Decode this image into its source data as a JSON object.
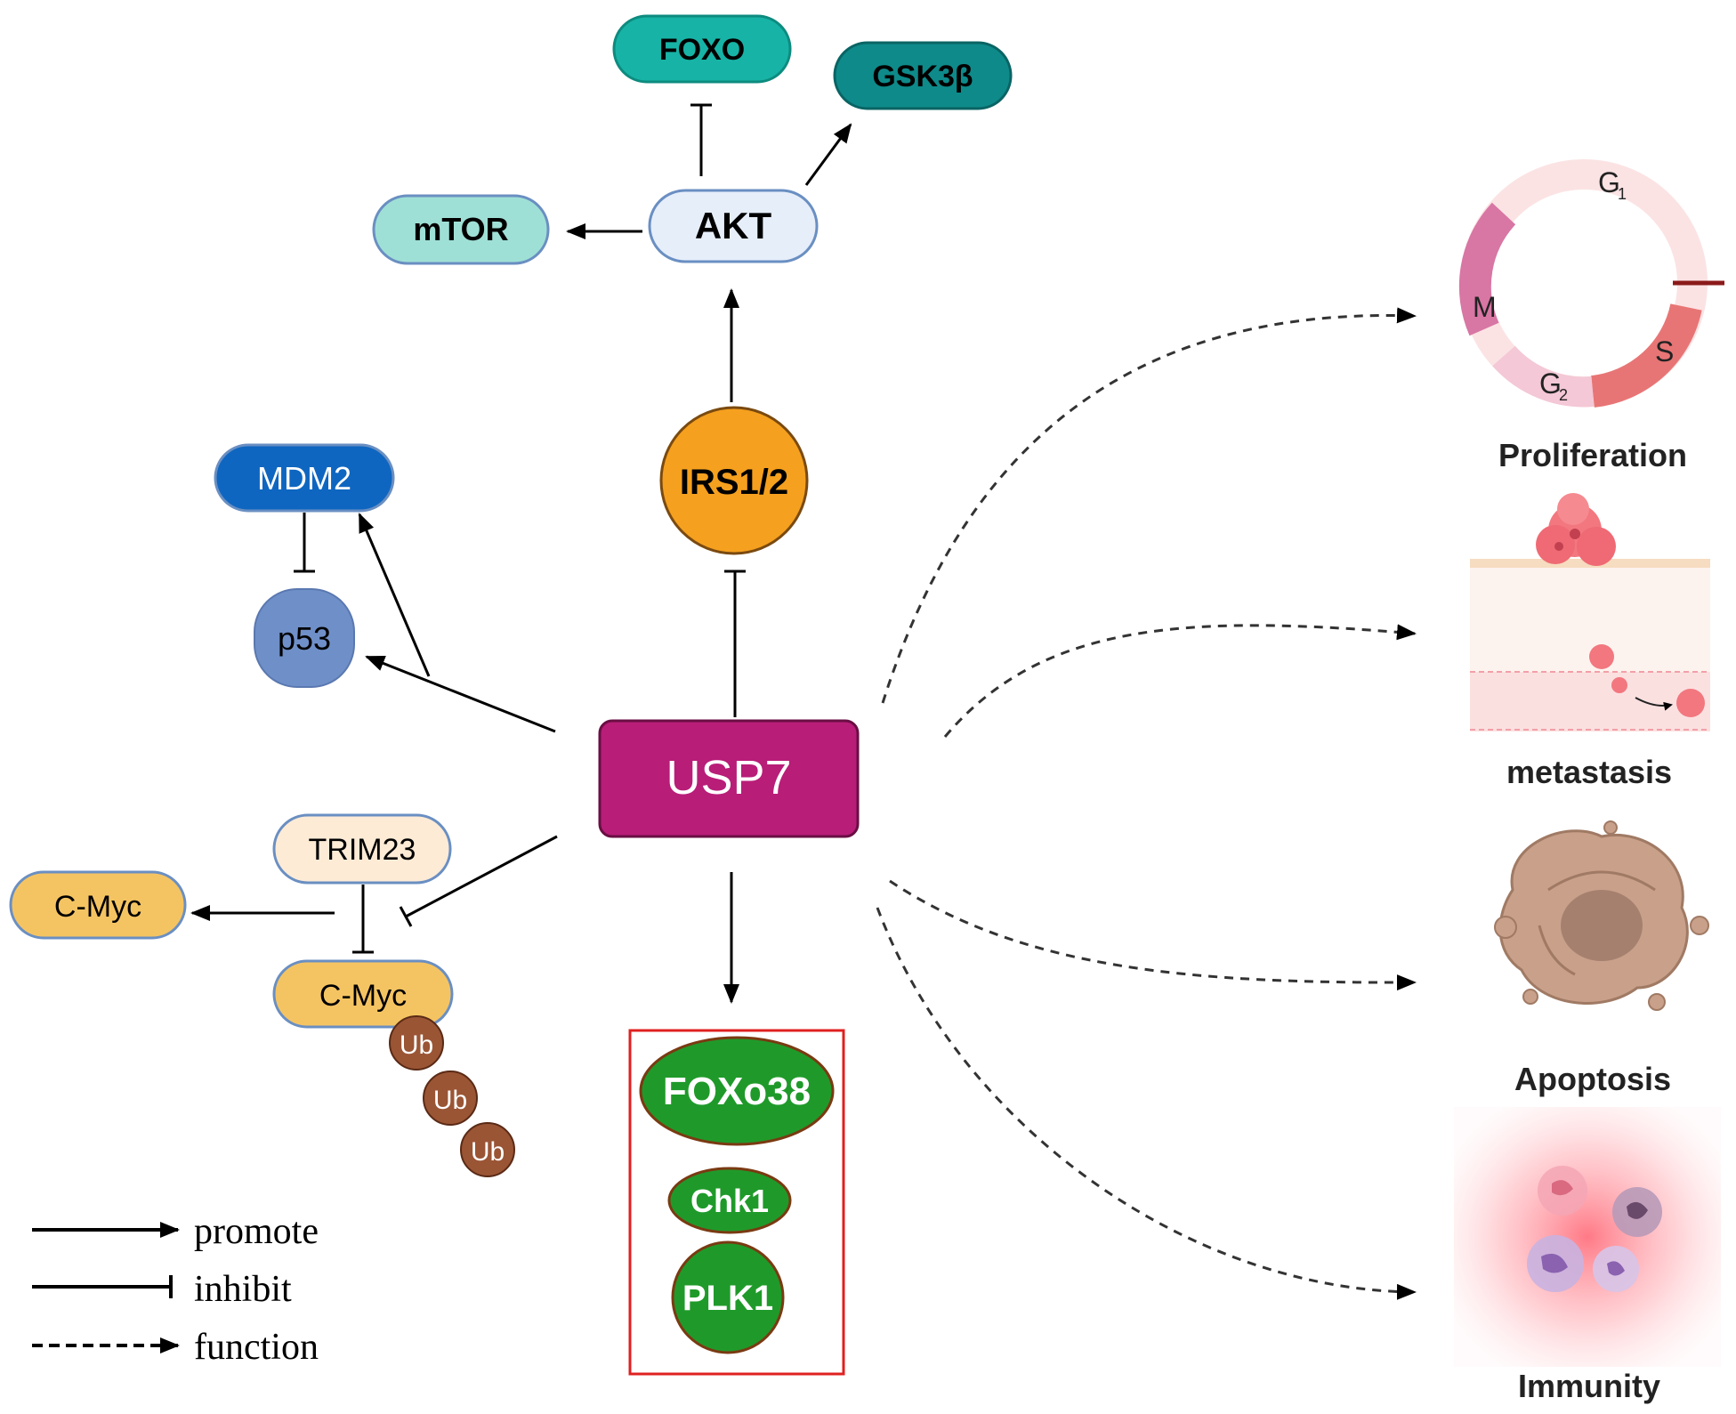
{
  "nodes": {
    "foxo": "FOXO",
    "gsk3b": "GSK3β",
    "mtor": "mTOR",
    "akt": "AKT",
    "irs": "IRS1/2",
    "mdm2": "MDM2",
    "p53": "p53",
    "usp7": "USP7",
    "trim23": "TRIM23",
    "cmyc_left": "C-Myc",
    "cmyc_ub": "C-Myc",
    "ub": [
      "Ub",
      "Ub",
      "Ub"
    ],
    "foxo38": "FOXo38",
    "chk1": "Chk1",
    "plk1": "PLK1"
  },
  "cell_cycle": {
    "g1": "G",
    "g1_sub": "1",
    "s": "S",
    "g2": "G",
    "g2_sub": "2",
    "m": "M"
  },
  "outcomes": {
    "proliferation": "Proliferation",
    "metastasis": "metastasis",
    "apoptosis": "Apoptosis",
    "immunity": "Immunity"
  },
  "legend": {
    "promote": "promote",
    "inhibit": "inhibit",
    "function": "function"
  },
  "colors": {
    "usp7": "#b81d78",
    "irs": "#f5a01e",
    "foxo": "#17b3a6",
    "gsk3b": "#0e8a8a",
    "mtor": "#9fe0d6",
    "akt": "#e6eefa",
    "mdm2": "#0e66c0",
    "p53": "#6f8fc8",
    "trim23": "#fdebd6",
    "cmyc": "#f5c462",
    "ub": "#9a5535",
    "green": "#1f9a2a"
  }
}
